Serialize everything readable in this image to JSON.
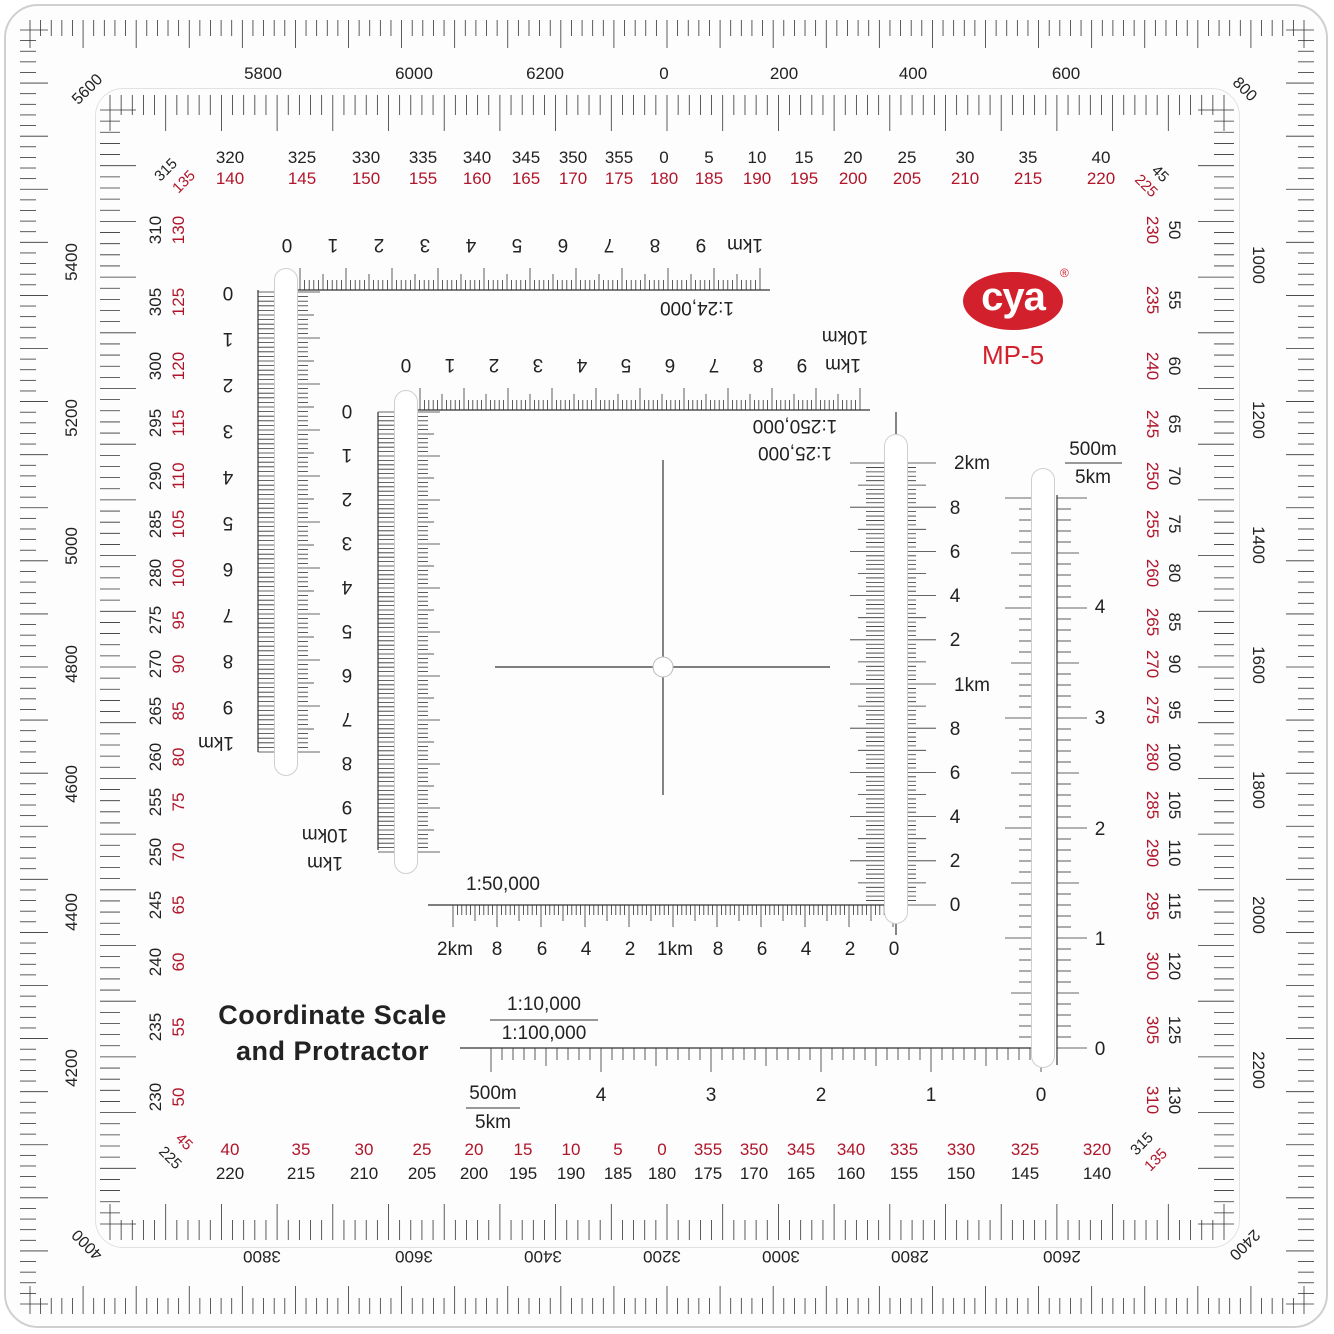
{
  "brand": {
    "logo": "cya",
    "registered": "®",
    "model": "MP-5"
  },
  "title": {
    "line1": "Coordinate Scale",
    "line2": "and Protractor"
  },
  "mils": {
    "top": [
      "5800",
      "6000",
      "6200",
      "0",
      "200",
      "400",
      "600"
    ],
    "corner_tl": "5600",
    "corner_tr": "800",
    "corner_bl": "4000",
    "corner_br": "2400",
    "left": [
      "5400",
      "5200",
      "5000",
      "4800",
      "4600",
      "4400",
      "4200"
    ],
    "right": [
      "1000",
      "1200",
      "1400",
      "1600",
      "1800",
      "2000",
      "2200"
    ],
    "bottom": [
      "3800",
      "3600",
      "3400",
      "3200",
      "3000",
      "2800",
      "2600"
    ]
  },
  "degrees": {
    "top_black": [
      "320",
      "325",
      "330",
      "335",
      "340",
      "345",
      "350",
      "355",
      "0",
      "5",
      "10",
      "15",
      "20",
      "25",
      "30",
      "35",
      "40"
    ],
    "top_red": [
      "140",
      "145",
      "150",
      "155",
      "160",
      "165",
      "170",
      "175",
      "180",
      "185",
      "190",
      "195",
      "200",
      "205",
      "210",
      "215",
      "220"
    ],
    "corner_tl": [
      "315",
      "135"
    ],
    "corner_tr": [
      "45",
      "225"
    ],
    "corner_bl": [
      "45",
      "225"
    ],
    "corner_br": [
      "315",
      "135"
    ],
    "left_black": [
      "310",
      "305",
      "300",
      "295",
      "290",
      "285",
      "280",
      "275",
      "270",
      "265",
      "260",
      "255",
      "250",
      "245",
      "240",
      "235",
      "230"
    ],
    "left_red": [
      "130",
      "125",
      "120",
      "115",
      "110",
      "105",
      "100",
      "95",
      "90",
      "85",
      "80",
      "75",
      "70",
      "65",
      "60",
      "55",
      "50"
    ],
    "right_red": [
      "230",
      "235",
      "240",
      "245",
      "250",
      "255",
      "260",
      "265",
      "270",
      "275",
      "280",
      "285",
      "290",
      "295",
      "300",
      "305",
      "310"
    ],
    "right_black": [
      "50",
      "55",
      "60",
      "65",
      "70",
      "75",
      "80",
      "85",
      "90",
      "95",
      "100",
      "105",
      "110",
      "115",
      "120",
      "125",
      "130"
    ],
    "bottom_red": [
      "40",
      "35",
      "30",
      "25",
      "20",
      "15",
      "10",
      "5",
      "0",
      "355",
      "350",
      "345",
      "340",
      "335",
      "330",
      "325",
      "320"
    ],
    "bottom_black": [
      "220",
      "215",
      "210",
      "205",
      "200",
      "195",
      "190",
      "185",
      "180",
      "175",
      "170",
      "165",
      "160",
      "155",
      "150",
      "145",
      "140"
    ]
  },
  "scale_24k": {
    "ratio": "1:24,000",
    "top_labels": [
      "0",
      "1",
      "2",
      "3",
      "4",
      "5",
      "6",
      "7",
      "8",
      "9",
      "1km"
    ],
    "side_labels": [
      "0",
      "1",
      "2",
      "3",
      "4",
      "5",
      "6",
      "7",
      "8",
      "9"
    ],
    "side_end": "1km"
  },
  "scale_25k": {
    "ratio_a": "1:25,000",
    "ratio_b": "1:250,000",
    "unit_a": "1km",
    "unit_b": "10km",
    "top_labels": [
      "0",
      "1",
      "2",
      "3",
      "4",
      "5",
      "6",
      "7",
      "8",
      "9"
    ],
    "side_labels": [
      "0",
      "1",
      "2",
      "3",
      "4",
      "5",
      "6",
      "7",
      "8",
      "9"
    ]
  },
  "scale_50k": {
    "ratio": "1:50,000",
    "bottom_labels": [
      "2km",
      "8",
      "6",
      "4",
      "2",
      "1km",
      "8",
      "6",
      "4",
      "2",
      "0"
    ],
    "side_labels": [
      "2km",
      "8",
      "6",
      "4",
      "2",
      "1km",
      "8",
      "6",
      "4",
      "2",
      "0"
    ]
  },
  "scale_10k": {
    "ratio_a": "1:10,000",
    "ratio_b": "1:100,000",
    "unit_a": "500m",
    "unit_b": "5km",
    "bottom_labels": [
      "4",
      "3",
      "2",
      "1",
      "0"
    ],
    "side_labels": [
      "4",
      "3",
      "2",
      "1",
      "0"
    ]
  }
}
